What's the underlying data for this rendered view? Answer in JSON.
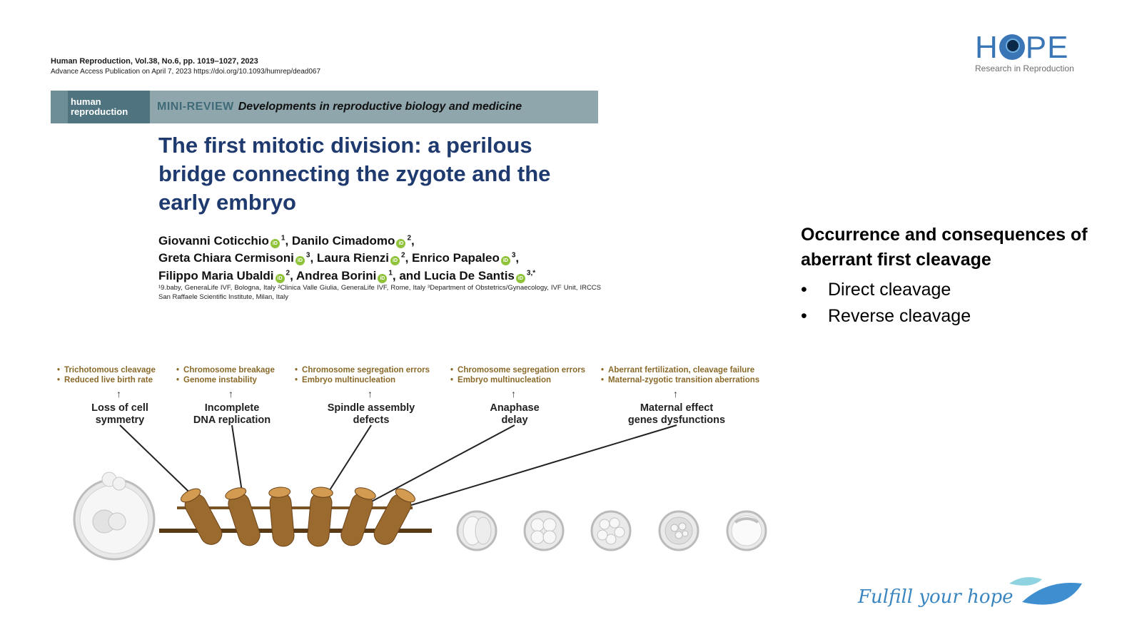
{
  "journal": {
    "citation": "Human Reproduction, Vol.38, No.6, pp. 1019–1027, 2023",
    "advance": "Advance Access Publication on April 7, 2023    https://doi.org/10.1093/humrep/dead067"
  },
  "banner": {
    "brand_line1": "human",
    "brand_line2": "reproduction",
    "kind": "MINI-REVIEW",
    "topic": "Developments in reproductive biology and medicine"
  },
  "paper": {
    "title": "The first mitotic division: a perilous bridge connecting the zygote and the early embryo",
    "authors": [
      {
        "name": "Giovanni Coticchio",
        "aff": "1",
        "sep": ", "
      },
      {
        "name": "Danilo Cimadomo",
        "aff": "2",
        "sep": ","
      },
      {
        "name": "Greta Chiara Cermisoni",
        "aff": "3",
        "sep": ", "
      },
      {
        "name": "Laura Rienzi",
        "aff": "2",
        "sep": ", "
      },
      {
        "name": "Enrico Papaleo",
        "aff": "3",
        "sep": ","
      },
      {
        "name": "Filippo Maria Ubaldi",
        "aff": "2",
        "sep": ", "
      },
      {
        "name": "Andrea Borini",
        "aff": "1",
        "sep": ", and "
      },
      {
        "name": "Lucia De Santis",
        "aff": "3,*",
        "sep": ""
      }
    ],
    "affiliations": "¹9.baby, GeneraLife IVF, Bologna, Italy ²Clinica Valle Giulia, GeneraLife IVF, Rome, Italy ³Department of Obstetrics/Gynaecology, IVF Unit, IRCCS San Raffaele Scientific Institute, Milan, Italy"
  },
  "panel": {
    "heading": "Occurrence and consequences of aberrant first cleavage",
    "bullet_char": "•",
    "items": [
      "Direct cleavage",
      "Reverse cleavage"
    ]
  },
  "logo": {
    "word_left": "H",
    "word_right": "PE",
    "subtitle": "Research in Reproduction"
  },
  "tagline": "Fulfill your hope",
  "figure": {
    "columns": [
      {
        "consequences": [
          "Trichotomous cleavage",
          "Reduced live birth rate"
        ],
        "cause": [
          "Loss of cell",
          "symmetry"
        ]
      },
      {
        "consequences": [
          "Chromosome breakage",
          "Genome instability"
        ],
        "cause": [
          "Incomplete",
          "DNA replication"
        ]
      },
      {
        "consequences": [
          "Chromosome segregation errors",
          "Embryo multinucleation"
        ],
        "cause": [
          "Spindle assembly",
          "defects"
        ]
      },
      {
        "consequences": [
          "Chromosome segregation errors",
          "Embryo multinucleation"
        ],
        "cause": [
          "Anaphase",
          "delay"
        ]
      },
      {
        "consequences": [
          "Aberrant fertilization, cleavage failure",
          "Maternal-zygotic transition aberrations"
        ],
        "cause": [
          "Maternal effect",
          "genes dysfunctions"
        ]
      }
    ],
    "colors": {
      "text_brown": "#8a6a2a",
      "log_wood": "#9a6a2e",
      "log_dark": "#6b4318"
    }
  }
}
